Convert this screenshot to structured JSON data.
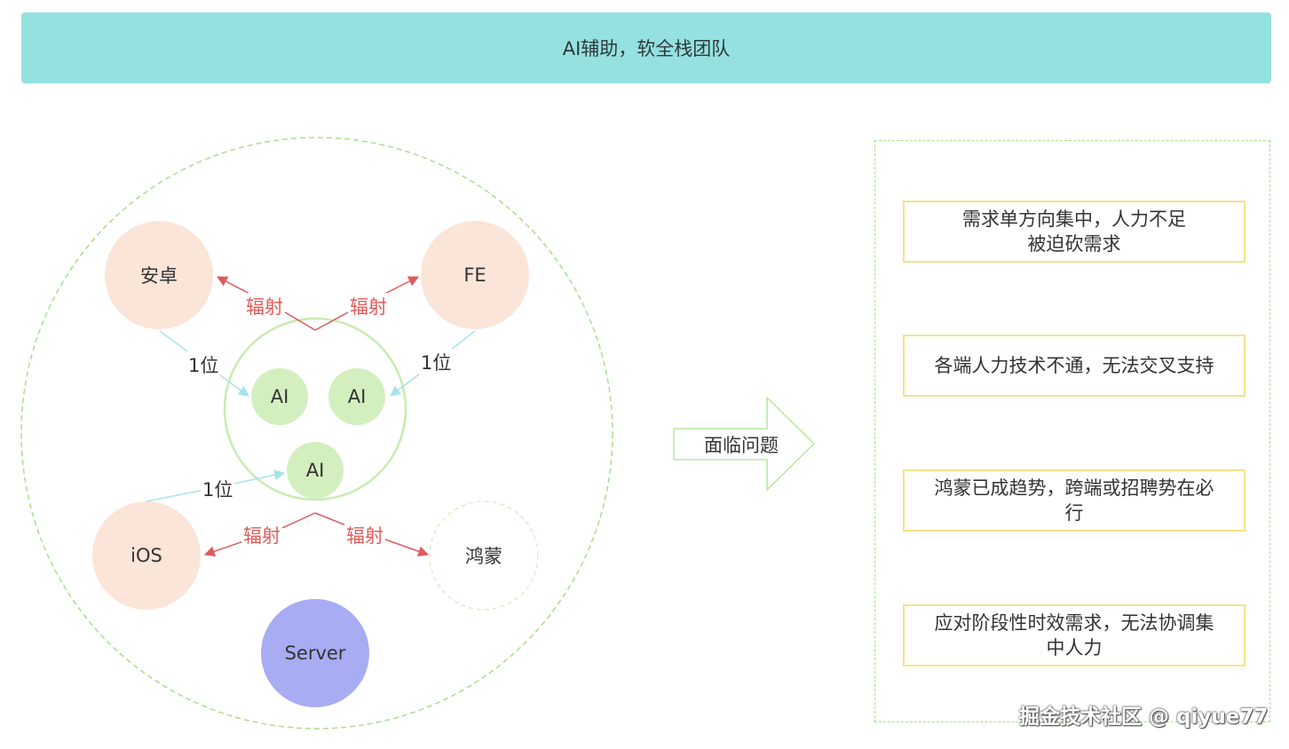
{
  "header": {
    "title": "AI辅助，软全栈团队"
  },
  "nodes": {
    "android": "安卓",
    "fe": "FE",
    "ios": "iOS",
    "harmony": "鸿蒙",
    "server": "Server",
    "ai_1": "AI",
    "ai_2": "AI",
    "ai_3": "AI"
  },
  "edges": {
    "radiate_android": "辐射",
    "radiate_fe": "辐射",
    "radiate_ios": "辐射",
    "radiate_harmony": "辐射",
    "one_android": "1位",
    "one_fe": "1位",
    "one_ios": "1位"
  },
  "arrow": {
    "label": "面临问题"
  },
  "problems": [
    {
      "line1": "需求单方向集中，人力不足",
      "line2": "被迫砍需求"
    },
    {
      "line1": "各端人力技术不通，无法交叉支持",
      "line2": ""
    },
    {
      "line1": "鸿蒙已成趋势，跨端或招聘势在必",
      "line2": "行"
    },
    {
      "line1": "应对阶段性时效需求，无法协调集",
      "line2": "中人力"
    }
  ],
  "watermark": "掘金技术社区 @ qiyue77",
  "colors": {
    "banner": "#95e1e0",
    "platform_node": "#fbe5d8",
    "ai_node": "#d3efbf",
    "server_node": "#a7acf3",
    "radiate_edge": "#e05a5a",
    "one_edge": "#a8e3ea",
    "problem_border": "#f3e38a",
    "dashed_green": "#a8df8e"
  }
}
